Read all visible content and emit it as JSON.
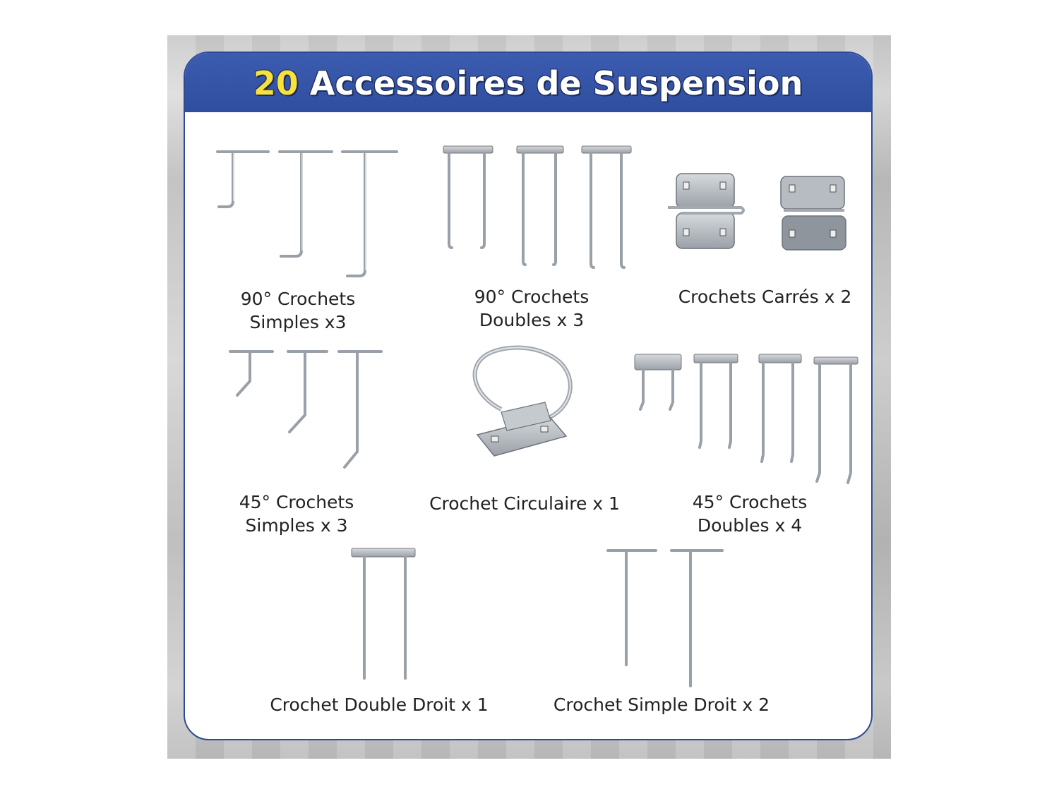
{
  "banner": {
    "count": "20",
    "title": "Accessoires de Suspension"
  },
  "colors": {
    "banner_blue": "#2f4e9f",
    "count_yellow": "#f7e13a",
    "metal": "#a8adb4"
  },
  "items": [
    {
      "line1": "90° Crochets",
      "line2": "Simples x3",
      "icon": "hook-90-single-icon"
    },
    {
      "line1": "90° Crochets",
      "line2": "Doubles x 3",
      "icon": "hook-90-double-icon"
    },
    {
      "line1": "Crochets Carrés x 2",
      "icon": "hook-square-icon"
    },
    {
      "line1": "45° Crochets",
      "line2": "Simples x 3",
      "icon": "hook-45-single-icon"
    },
    {
      "line1": "Crochet Circulaire x 1",
      "icon": "hook-circular-icon"
    },
    {
      "line1": "45° Crochets",
      "line2": "Doubles x 4",
      "icon": "hook-45-double-icon"
    },
    {
      "line1": "Crochet Double Droit x 1",
      "icon": "hook-double-straight-icon"
    },
    {
      "line1": "Crochet Simple Droit x 2",
      "icon": "hook-single-straight-icon"
    }
  ]
}
